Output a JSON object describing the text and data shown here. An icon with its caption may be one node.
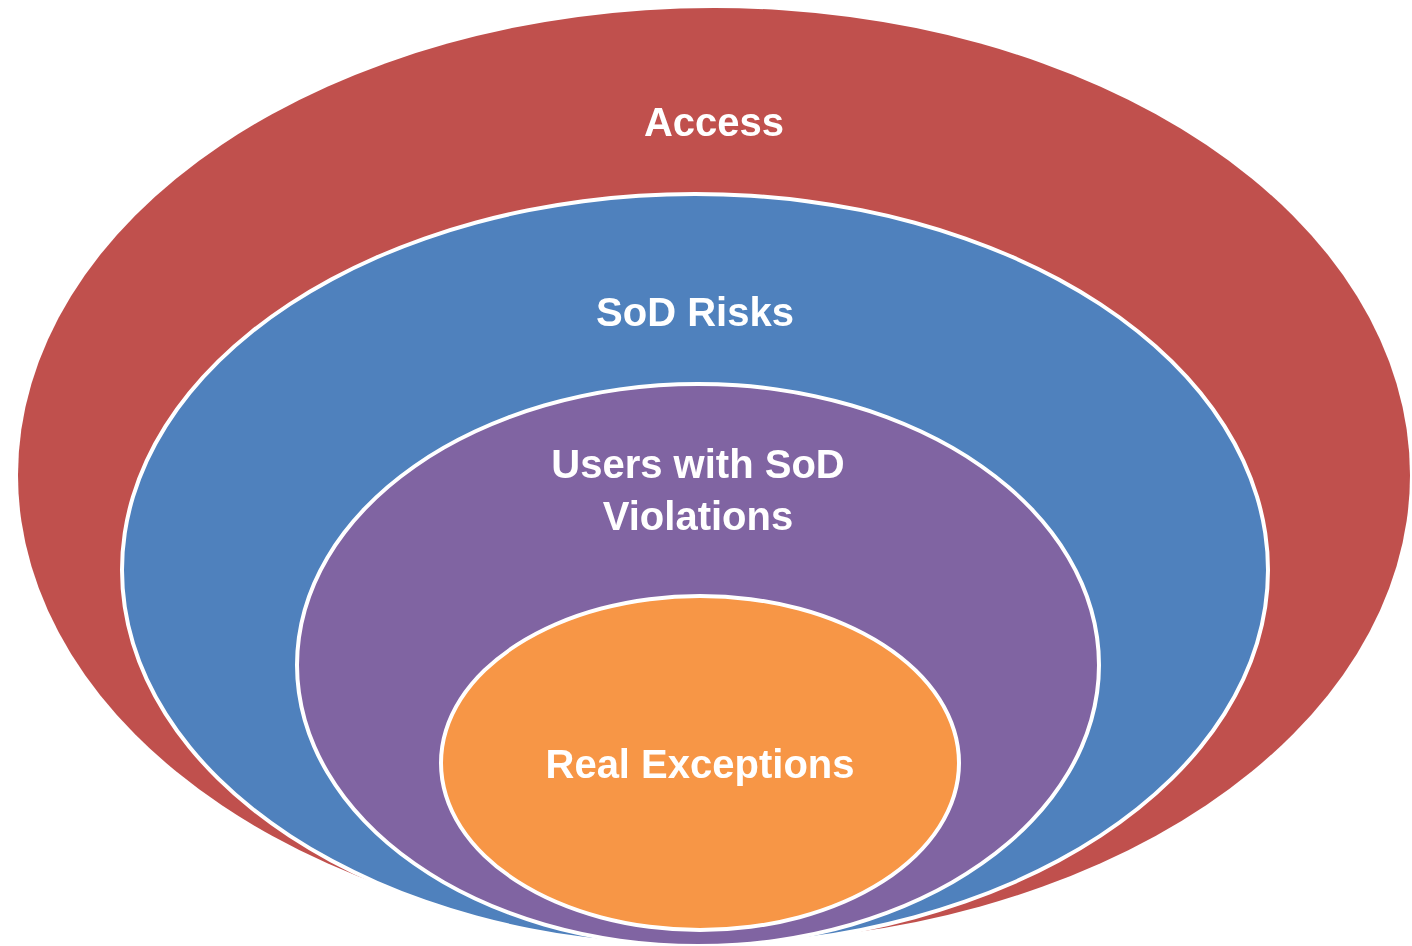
{
  "diagram": {
    "nodes": [
      {
        "text": [
          "Access"
        ]
      },
      {
        "text": [
          "SoD Risks"
        ],
        "in": 0
      },
      {
        "text": [
          "Users with SoD Violations"
        ],
        "in": 1
      },
      {
        "text": [
          "Real Exceptions"
        ],
        "in": 2
      }
    ]
  }
}
